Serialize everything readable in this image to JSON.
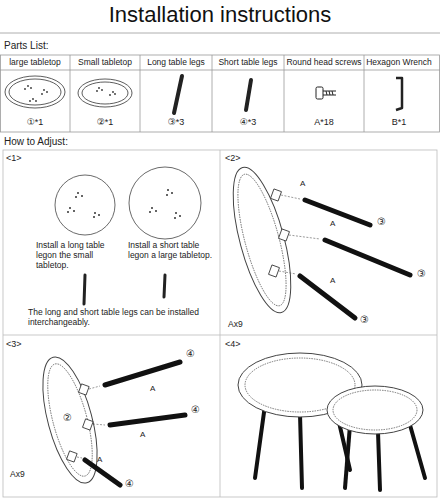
{
  "diagram": {
    "title": "Installation instructions",
    "labels": [
      "Parts List:",
      "large tabletop",
      "Small tabletop",
      "Long table legs",
      "Short table legs",
      "Round head screws",
      "Hexagon Wrench",
      "①*1",
      "②*1",
      "③*3",
      "④*3",
      "A*18",
      "B*1",
      "How to Adjust:",
      "<1>",
      "Install a long table legon the small tabletop.",
      "Install a short table legon a large tabletop.",
      "The long and short table legs can be installed interchangeably.",
      "<2>",
      "③",
      "A",
      "③",
      "A",
      "③",
      "A",
      "Ax9",
      "<3>",
      "②",
      "④",
      "A",
      "④",
      "A",
      "A",
      "④",
      "Ax9",
      "<4>"
    ]
  }
}
